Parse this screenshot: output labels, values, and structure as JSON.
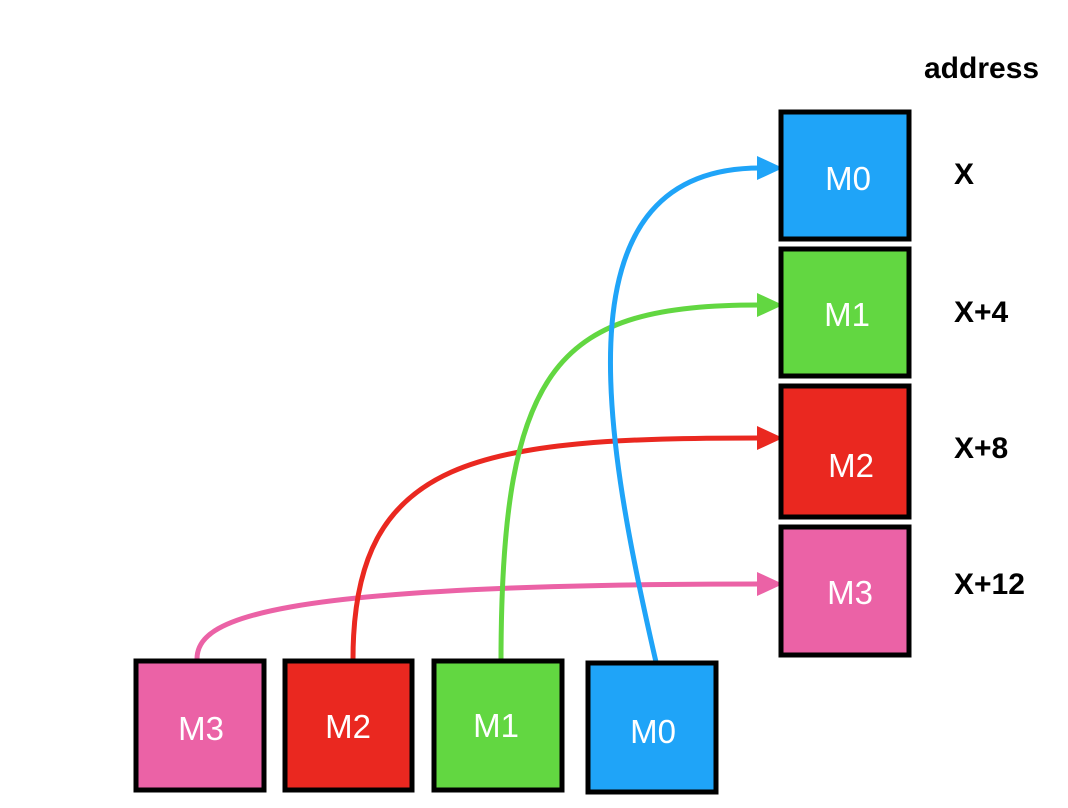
{
  "colors": {
    "blue": "#1fa4f8",
    "green": "#62d741",
    "red": "#ea2820",
    "pink": "#eb62a6",
    "border": "#000000"
  },
  "header": {
    "address_label": "address"
  },
  "memory": {
    "cells": [
      {
        "label": "M0",
        "address": "X",
        "color": "blue"
      },
      {
        "label": "M1",
        "address": "X+4",
        "color": "green"
      },
      {
        "label": "M2",
        "address": "X+8",
        "color": "red"
      },
      {
        "label": "M3",
        "address": "X+12",
        "color": "pink"
      }
    ]
  },
  "threads": {
    "cells": [
      {
        "label": "M3",
        "color": "pink"
      },
      {
        "label": "M2",
        "color": "red"
      },
      {
        "label": "M1",
        "color": "green"
      },
      {
        "label": "M0",
        "color": "blue"
      }
    ]
  }
}
